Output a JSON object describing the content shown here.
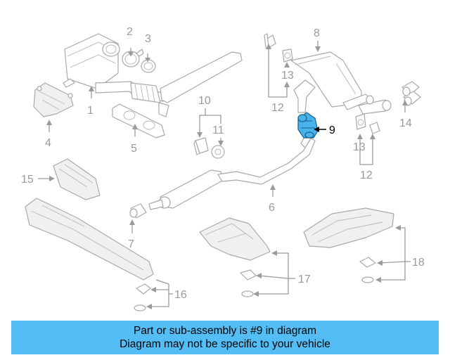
{
  "diagram": {
    "highlight_color": "#48b3ea",
    "callouts": {
      "c1": "1",
      "c2": "2",
      "c3": "3",
      "c4": "4",
      "c5": "5",
      "c6": "6",
      "c7": "7",
      "c8": "8",
      "c9": "9",
      "c10": "10",
      "c11": "11",
      "c12a": "12",
      "c12b": "12",
      "c13a": "13",
      "c13b": "13",
      "c14": "14",
      "c15": "15",
      "c16": "16",
      "c17": "17",
      "c18": "18"
    }
  },
  "banner": {
    "background": "#54bdf5",
    "line1": "Part or sub-assembly is #9 in diagram",
    "line2": "Diagram may not be specific to your vehicle"
  }
}
